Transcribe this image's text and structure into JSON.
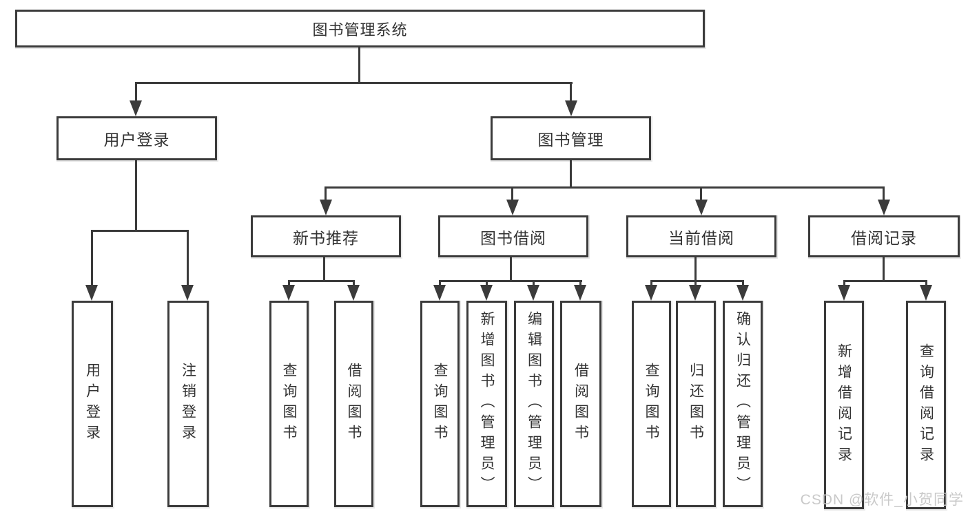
{
  "diagram": {
    "title_node": {
      "label": "图书管理系统"
    },
    "level2": [
      {
        "label": "用户登录"
      },
      {
        "label": "图书管理"
      }
    ],
    "level3": [
      {
        "label": "新书推荐"
      },
      {
        "label": "图书借阅"
      },
      {
        "label": "当前借阅"
      },
      {
        "label": "借阅记录"
      }
    ],
    "leaves": {
      "user_login": [
        "用户登录",
        "注销登录"
      ],
      "new_books": [
        "查询图书",
        "借阅图书"
      ],
      "book_borrow": [
        "查询图书",
        "新增图书（管理员）",
        "编辑图书（管理员）",
        "借阅图书"
      ],
      "current_borrow": [
        "查询图书",
        "归还图书",
        "确认归还（管理员）"
      ],
      "borrow_records": [
        "新增借阅记录",
        "查询借阅记录"
      ]
    }
  },
  "colors": {
    "line": "#3b3b3b",
    "text": "#333333",
    "background": "#ffffff",
    "watermark": "#c9c9c9"
  },
  "watermark": {
    "text": "CSDN @软件_小贺同学"
  }
}
